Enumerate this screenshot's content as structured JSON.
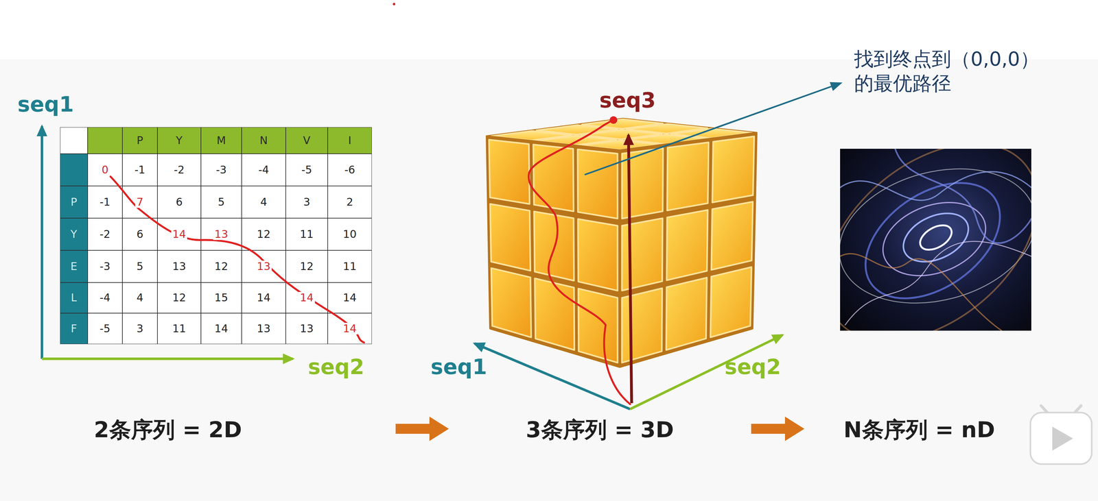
{
  "diagram": {
    "labels": [
      "seq1",
      "P",
      "Y",
      "M",
      "N",
      "V",
      "I",
      "0",
      "-1",
      "-2",
      "-3",
      "-4",
      "-5",
      "-6",
      "P",
      "-1",
      "7",
      "6",
      "5",
      "4",
      "3",
      "2",
      "Y",
      "-2",
      "6",
      "14",
      "13",
      "12",
      "11",
      "10",
      "E",
      "-3",
      "5",
      "13",
      "12",
      "13",
      "12",
      "11",
      "L",
      "-4",
      "4",
      "12",
      "15",
      "14",
      "14",
      "14",
      "F",
      "-5",
      "3",
      "11",
      "14",
      "13",
      "13",
      "14",
      "seq2",
      "找到终点到（0,0,0） 的最优路径",
      "seq3",
      "seq1",
      "seq2",
      "2条序列 = 2D",
      "3条序列 = 3D",
      "N条序列 = nD"
    ]
  }
}
